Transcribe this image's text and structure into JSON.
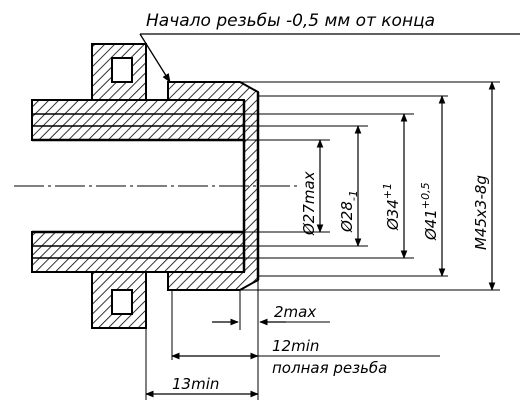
{
  "note": {
    "text": "Начало резьбы -0,5 мм от конца"
  },
  "diameters": [
    {
      "main": "Ø27max",
      "sup": "",
      "sub": ""
    },
    {
      "main": "Ø28",
      "sup": "",
      "sub": "-1"
    },
    {
      "main": "Ø34",
      "sup": "+1",
      "sub": ""
    },
    {
      "main": "Ø41",
      "sup": "+0,5",
      "sub": ""
    },
    {
      "main": "M45x3-8g",
      "sup": "",
      "sub": ""
    }
  ],
  "lengths": {
    "gap": "2max",
    "thread_min": "12min",
    "full_thread": "полная резьба",
    "overall_min": "13min"
  }
}
